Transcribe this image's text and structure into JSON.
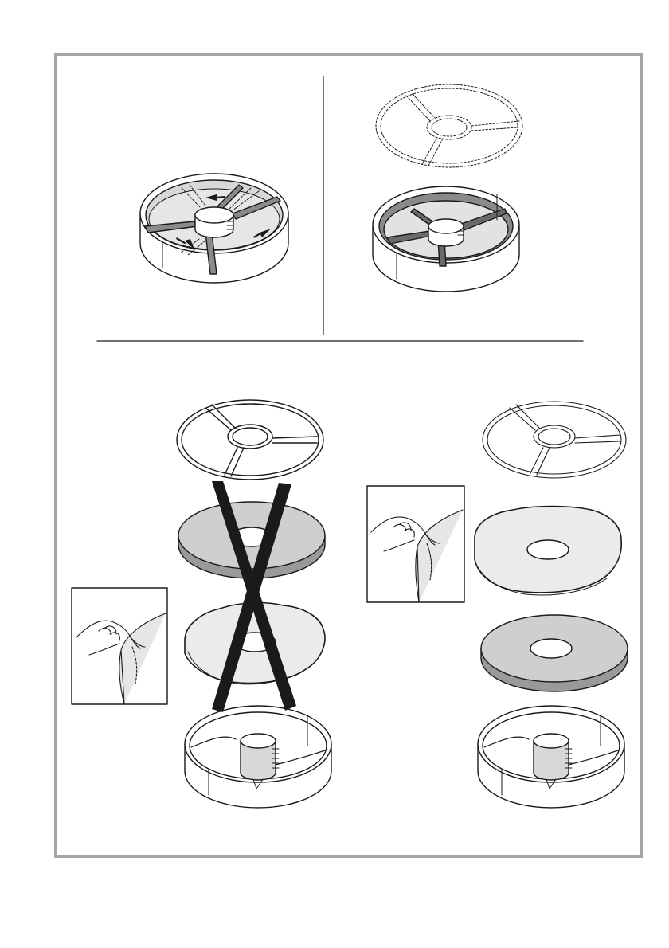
{
  "colors": {
    "frame_border": "#a6a6a6",
    "line": "#1a1a1a",
    "filter_fill": "#cfcfcf",
    "wet_fill": "#ebebeb",
    "housing_fill": "#d8d8d8",
    "white": "#ffffff"
  },
  "icons": [
    "arrow-icon",
    "cross-mark-icon",
    "hand-icon"
  ],
  "panels": [
    {
      "name": "panel-remove-grille"
    },
    {
      "name": "panel-grille-removed"
    },
    {
      "name": "panel-wrong-order"
    },
    {
      "name": "panel-correct-order"
    }
  ]
}
